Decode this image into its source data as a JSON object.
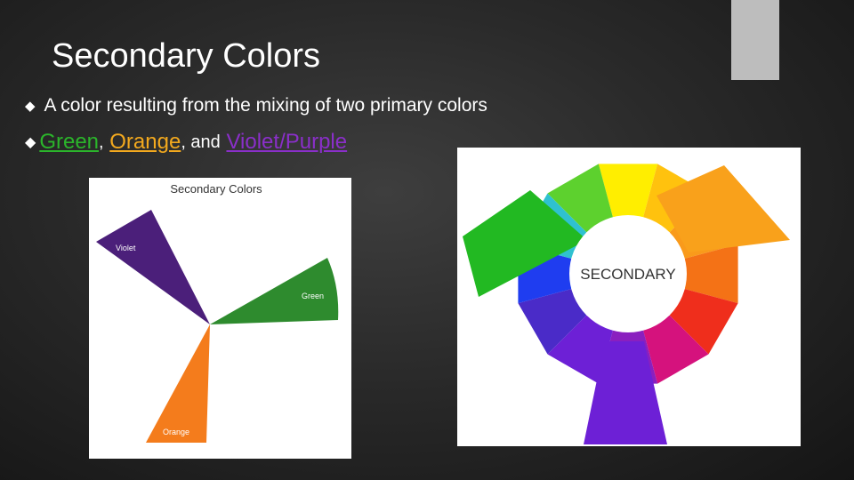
{
  "slide": {
    "title": "Secondary Colors",
    "bullet1": "A color resulting from the mixing of two primary colors",
    "bullet2": {
      "green": "Green",
      "comma1": ",",
      "orange": "Orange",
      "and": ", and",
      "violet": "Violet/Purple"
    }
  },
  "image_left": {
    "title": "Secondary Colors",
    "labels": {
      "violet": "Violet",
      "green": "Green",
      "orange": "Orange"
    },
    "colors": {
      "violet": "#4b1f7a",
      "green": "#2e8b2e",
      "orange": "#f47c1c"
    }
  },
  "image_right": {
    "center_label": "SECONDARY"
  },
  "colors": {
    "accent_green": "#2bb52b",
    "accent_orange": "#f3a91e",
    "accent_violet": "#8a2fc9",
    "icon": "diamond-bullet-icon"
  }
}
